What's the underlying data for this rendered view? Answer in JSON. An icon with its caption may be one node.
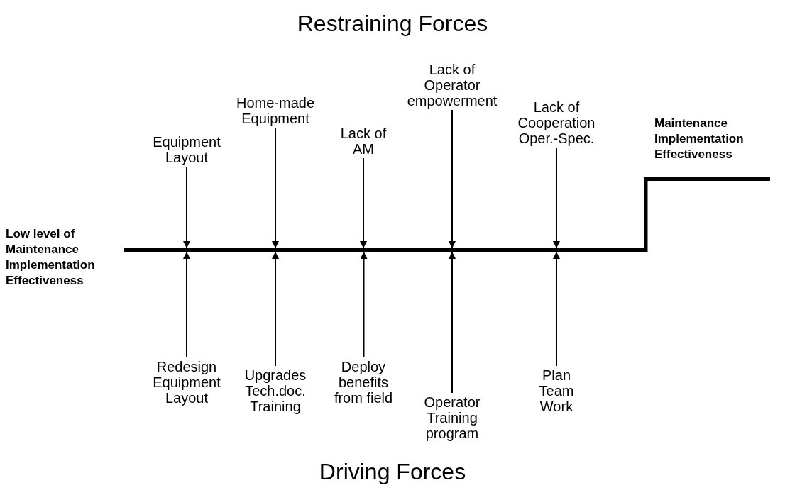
{
  "diagram": {
    "nodes": [
      {
        "text": [],
        "shape": "bar"
      },
      {
        "text": [
          "Equipment Layout"
        ]
      },
      {
        "text": [
          "Home-made Equipment"
        ]
      },
      {
        "text": [
          "Lack of AM"
        ]
      },
      {
        "text": [
          "Lack of Operator empowerment"
        ]
      },
      {
        "text": [
          "Lack of Cooperation Oper.-Spec."
        ]
      },
      {
        "text": [
          "Redesign Equipment Layout"
        ]
      },
      {
        "text": [
          "Upgrades Tech.doc. Training"
        ]
      },
      {
        "text": [
          "Deploy benefits from field"
        ]
      },
      {
        "text": [
          "Operator Training program"
        ]
      },
      {
        "text": [
          "Plan Team Work"
        ]
      }
    ],
    "edges": [
      {
        "from": 1,
        "to": 0,
        "arrow": "to"
      },
      {
        "from": 2,
        "to": 0,
        "arrow": "to"
      },
      {
        "from": 3,
        "to": 0,
        "arrow": "to"
      },
      {
        "from": 4,
        "to": 0,
        "arrow": "to"
      },
      {
        "from": 5,
        "to": 0,
        "arrow": "to"
      },
      {
        "from": 6,
        "to": 0,
        "arrow": "to"
      },
      {
        "from": 7,
        "to": 0,
        "arrow": "to"
      },
      {
        "from": 8,
        "to": 0,
        "arrow": "to"
      },
      {
        "from": 9,
        "to": 0,
        "arrow": "to"
      },
      {
        "from": 10,
        "to": 0,
        "arrow": "to"
      }
    ],
    "labels": [
      "Restraining Forces",
      "Maintenance Implementation Effectiveness",
      "Low level of Maintenance Implementation Effectiveness",
      "Driving Forces"
    ]
  }
}
